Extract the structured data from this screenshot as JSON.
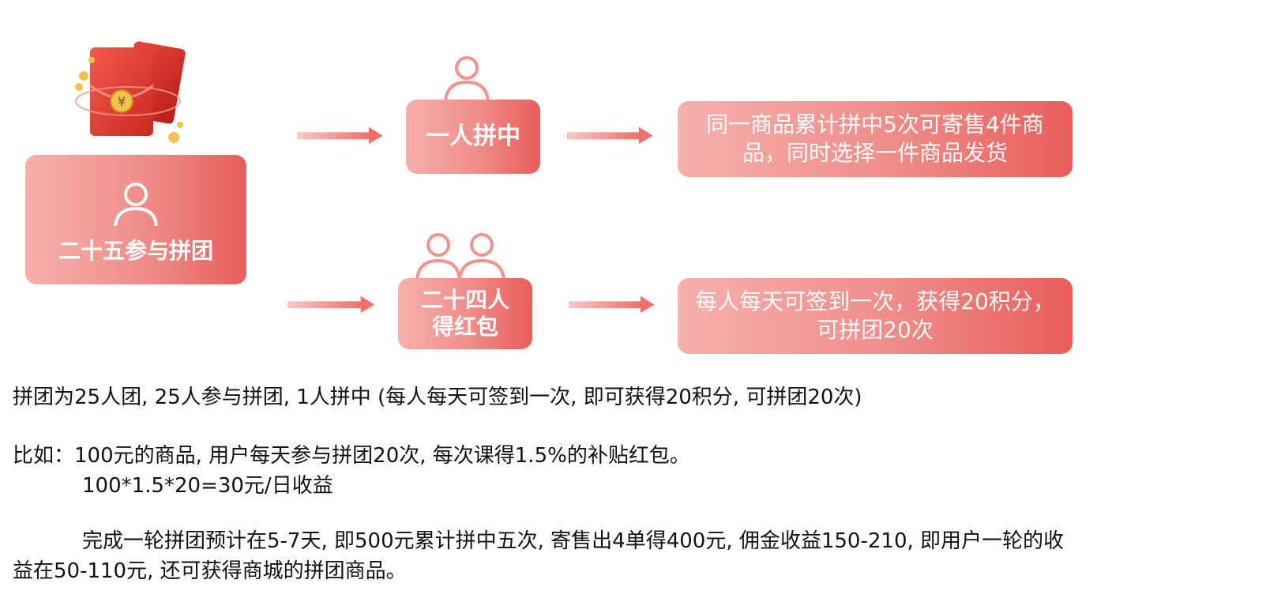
{
  "nodes": {
    "root": "二十五参与拼团",
    "winner": "一人拼中",
    "others_line1": "二十四人",
    "others_line2": "得红包",
    "winner_result_line1": "同一商品累计拼中5次可寄售4件商",
    "winner_result_line2": "品，同时选择一件商品发货",
    "others_result_line1": "每人每天可签到一次，获得20积分，",
    "others_result_line2": "可拼团20次"
  },
  "icons": {
    "red_envelope": "red-envelope-icon",
    "person": "person-icon",
    "two_people": "two-people-icon",
    "arrow": "right-arrow-icon"
  },
  "colors": {
    "box_light": "#f7b0ad",
    "box_dark": "#e85e5a",
    "arrow": "#f07d7a",
    "text_dark": "#111111"
  },
  "text": {
    "line1": "拼团为25人团, 25人参与拼团, 1人拼中 (每人每天可签到一次, 即可获得20积分, 可拼团20次)",
    "line2": "比如：100元的商品, 用户每天参与拼团20次, 每次课得1.5%的补贴红包。",
    "line3": "100*1.5*20=30元/日收益",
    "line4": "完成一轮拼团预计在5-7天, 即500元累计拼中五次, 寄售出4单得400元, 佣金收益150-210, 即用户一轮的收",
    "line5": "益在50-110元, 还可获得商城的拼团商品。"
  }
}
